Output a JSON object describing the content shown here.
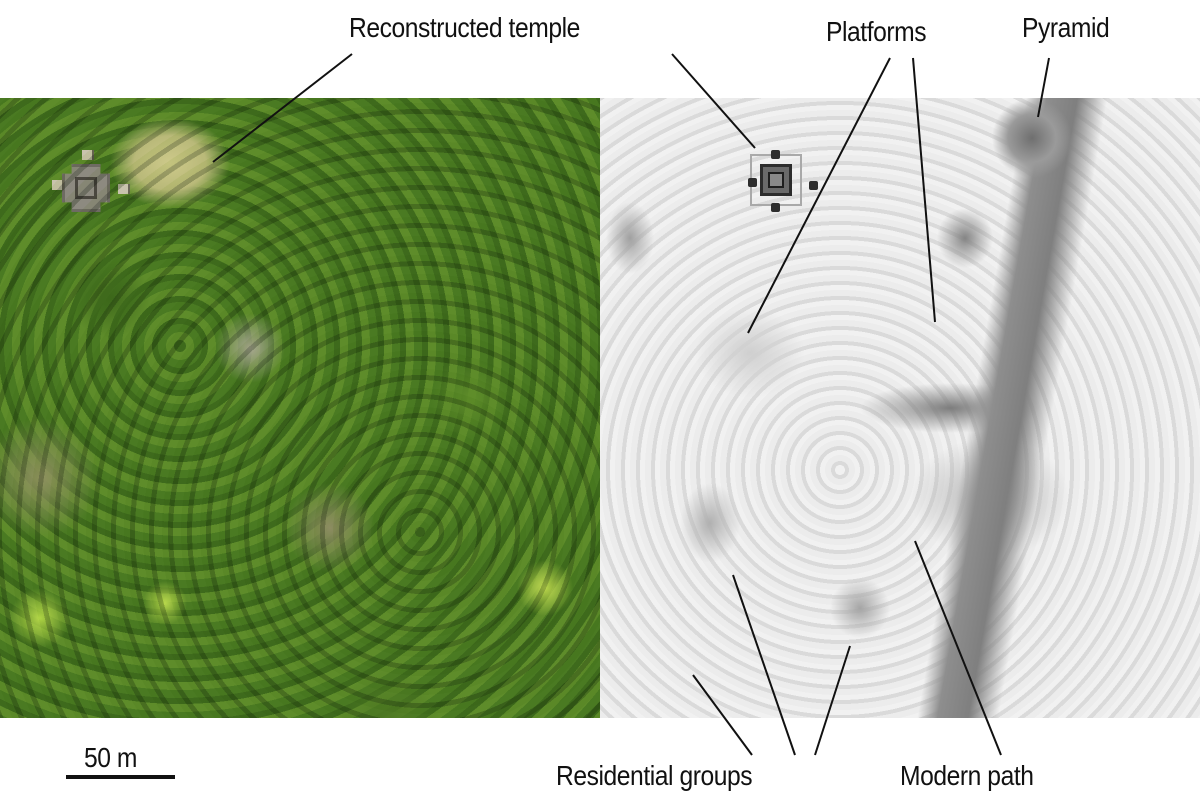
{
  "figure": {
    "panels": [
      {
        "id": "aerial-photo",
        "description": "Aerial photograph of forest canopy with cleared area"
      },
      {
        "id": "lidar-hillshade",
        "description": "LiDAR bare-earth hillshade of same area"
      }
    ],
    "labels": {
      "reconstructed_temple": "Reconstructed temple",
      "platforms": "Platforms",
      "pyramid": "Pyramid",
      "residential_groups": "Residential groups",
      "modern_path": "Modern path"
    },
    "scale_bar": {
      "label": "50 m"
    },
    "colors": {
      "text": "#111111",
      "leader_line": "#111111",
      "background": "#ffffff",
      "canopy_green": "#4d7a22",
      "clearing": "#b9b979",
      "hillshade_light": "#e8e8e8",
      "hillshade_dark": "#7f7f7f"
    }
  }
}
